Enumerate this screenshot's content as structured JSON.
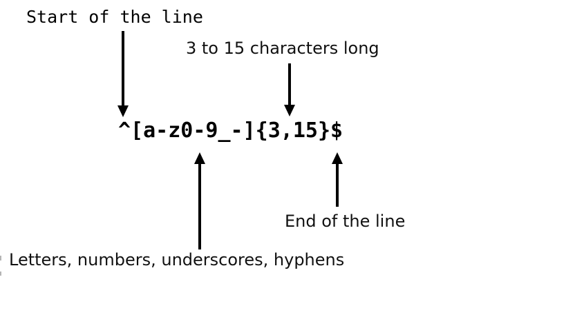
{
  "diagram": {
    "pattern": "^[a-z0-9_-]{3,15}$",
    "labels": {
      "start": "Start of the line",
      "length": "3 to 15 characters long",
      "charset": "Letters, numbers, underscores, hyphens",
      "end": "End of the line"
    }
  }
}
